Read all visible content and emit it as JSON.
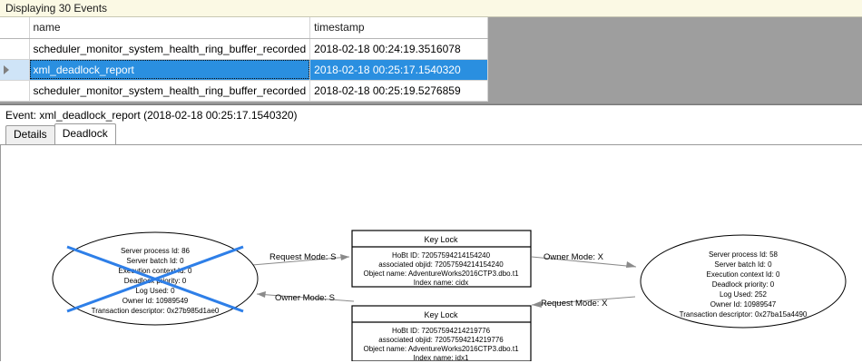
{
  "banner": {
    "text": "Displaying 30 Events"
  },
  "grid": {
    "columns": [
      "",
      "name",
      "timestamp"
    ],
    "rows": [
      {
        "selector": "",
        "name": "scheduler_monitor_system_health_ring_buffer_recorded",
        "timestamp": "2018-02-18 00:24:19.3516078",
        "selected": false
      },
      {
        "selector": "▶",
        "name": "xml_deadlock_report",
        "timestamp": "2018-02-18 00:25:17.1540320",
        "selected": true
      },
      {
        "selector": "",
        "name": "scheduler_monitor_system_health_ring_buffer_recorded",
        "timestamp": "2018-02-18 00:25:19.5276859",
        "selected": false
      }
    ]
  },
  "event_header": {
    "text": "Event: xml_deadlock_report (2018-02-18 00:25:17.1540320)"
  },
  "tabs": [
    {
      "label": "Details",
      "active": false
    },
    {
      "label": "Deadlock",
      "active": true
    }
  ],
  "deadlock": {
    "victim_process": {
      "is_victim": true,
      "lines": [
        "Server process Id: 86",
        "Server batch Id: 0",
        "Execution context Id: 0",
        "Deadlock priority: 0",
        "Log Used: 0",
        "Owner Id: 10989549",
        "Transaction descriptor: 0x27b985d1ae0"
      ]
    },
    "winner_process": {
      "is_victim": false,
      "lines": [
        "Server process Id: 58",
        "Server batch Id: 0",
        "Execution context Id: 0",
        "Deadlock priority: 0",
        "Log Used: 252",
        "Owner Id: 10989547",
        "Transaction descriptor: 0x27ba15a4490"
      ]
    },
    "resources": [
      {
        "title": "Key Lock",
        "lines": [
          "HoBt ID: 72057594214154240",
          "associated objid: 72057594214154240",
          "Object name: AdventureWorks2016CTP3.dbo.t1",
          "Index name: cidx"
        ]
      },
      {
        "title": "Key Lock",
        "lines": [
          "HoBt ID: 72057594214219776",
          "associated objid: 72057594214219776",
          "Object name: AdventureWorks2016CTP3.dbo.t1",
          "Index name: idx1"
        ]
      }
    ],
    "edges": [
      {
        "label": "Request Mode: S",
        "from": "victim_process",
        "to": "resource_0"
      },
      {
        "label": "Owner Mode: X",
        "from": "resource_0",
        "to": "winner_process"
      },
      {
        "label": "Owner Mode: S",
        "from": "resource_1",
        "to": "victim_process"
      },
      {
        "label": "Request Mode: X",
        "from": "winner_process",
        "to": "resource_1"
      }
    ],
    "colors": {
      "victim_marker": "#2e7fe8",
      "edge": "#8a8a8a",
      "node_border": "#000000"
    }
  }
}
